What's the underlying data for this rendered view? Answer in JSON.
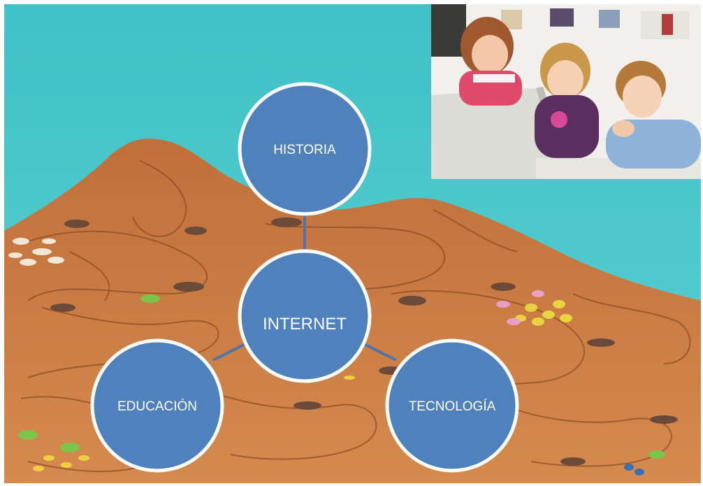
{
  "diagram": {
    "center": {
      "label": "INTERNET"
    },
    "nodes": [
      {
        "id": "historia",
        "label": "HISTORIA"
      },
      {
        "id": "educacion",
        "label": "EDUCACIÓN"
      },
      {
        "id": "tecnologia",
        "label": "TECNOLOGÍA"
      }
    ],
    "colors": {
      "node_fill": "#4f81bd",
      "node_stroke": "#ffffff",
      "connector": "#4f74a8",
      "sky": "#4cc5c8",
      "hill": "#c9773d"
    }
  },
  "photo": {
    "description_icon": "children-at-computer-photo"
  }
}
